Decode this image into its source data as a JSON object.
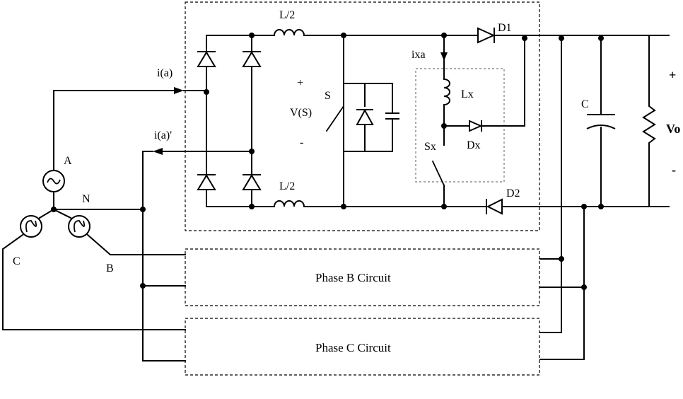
{
  "labels": {
    "inductor_top": "L/2",
    "inductor_bottom": "L/2",
    "diode_d1": "D1",
    "diode_d2": "D2",
    "current_ixa": "ixa",
    "inductor_lx": "Lx",
    "diode_dx": "Dx",
    "switch_sx": "Sx",
    "switch_s": "S",
    "voltage_vs": "V(S)",
    "plus_vs": "+",
    "minus_vs": "-",
    "capacitor_c": "C",
    "output_vo": "Vo",
    "plus_vo": "+",
    "minus_vo": "-",
    "current_ia": "i(a)",
    "current_ia_prime": "i(a)'",
    "source_a": "A",
    "neutral_n": "N",
    "source_b": "B",
    "source_c": "C",
    "phase_b_block": "Phase B Circuit",
    "phase_c_block": "Phase C Circuit"
  }
}
